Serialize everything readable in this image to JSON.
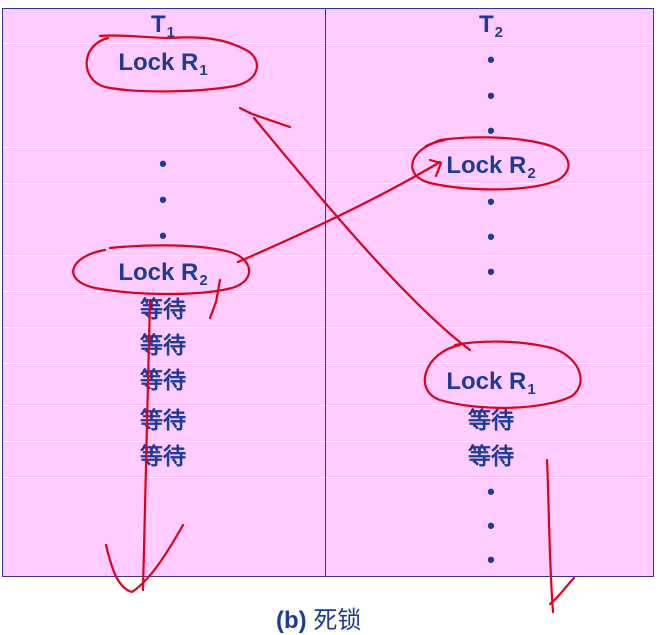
{
  "columns": {
    "t1": {
      "name": "T",
      "sub": "1"
    },
    "t2": {
      "name": "T",
      "sub": "2"
    }
  },
  "t1": {
    "lock_r1": {
      "text": "Lock R",
      "sub": "1"
    },
    "lock_r2": {
      "text": "Lock R",
      "sub": "2"
    },
    "wait": [
      "等待",
      "等待",
      "等待",
      "等待",
      "等待"
    ],
    "dot": "•"
  },
  "t2": {
    "lock_r2": {
      "text": "Lock R",
      "sub": "2"
    },
    "lock_r1": {
      "text": "Lock R",
      "sub": "1"
    },
    "wait": [
      "等待",
      "等待"
    ],
    "dot": "•"
  },
  "caption": {
    "label": "(b)",
    "text": "死锁"
  },
  "colors": {
    "background": "#ffccff",
    "text": "#1f3b9a",
    "ink": "#e0001a",
    "border": "#333399"
  }
}
